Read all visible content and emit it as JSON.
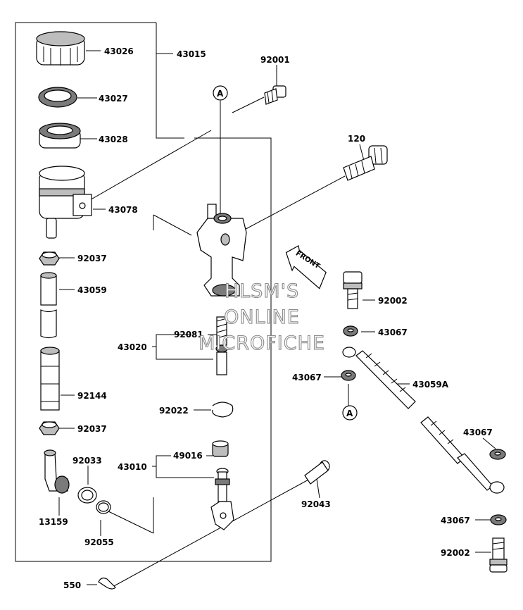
{
  "labels": {
    "p43026": "43026",
    "p43015": "43015",
    "p92001": "92001",
    "p43027": "43027",
    "p43028": "43028",
    "p120": "120",
    "p43078": "43078",
    "p92037a": "92037",
    "p43059": "43059",
    "p92002a": "92002",
    "p43067a": "43067",
    "p92081": "92081",
    "p43020": "43020",
    "p43067b": "43067",
    "p43059A": "43059A",
    "p92144": "92144",
    "p92022": "92022",
    "p92037b": "92037",
    "p43067c": "43067",
    "p49016": "49016",
    "p92033": "92033",
    "p43010": "43010",
    "p92043": "92043",
    "p13159": "13159",
    "p92055": "92055",
    "p43067d": "43067",
    "p92002b": "92002",
    "p550": "550"
  },
  "refs": {
    "top": "A",
    "bottom": "A"
  },
  "front": "FRONT",
  "watermark": {
    "line1": "HLSM'S",
    "line2": "ONLINE",
    "line3": "MICROFICHE"
  }
}
